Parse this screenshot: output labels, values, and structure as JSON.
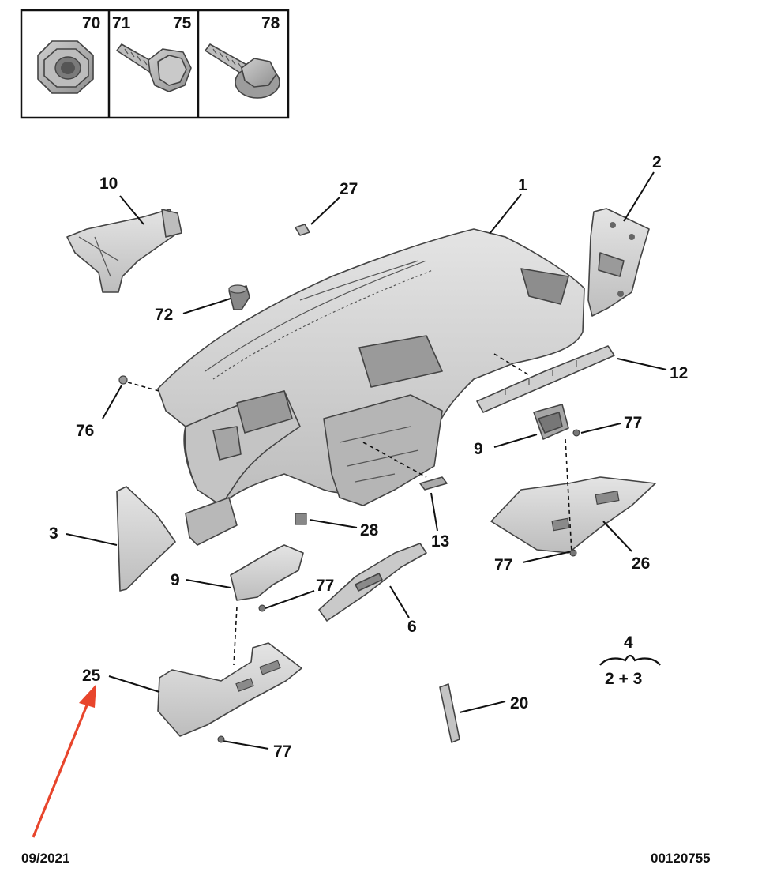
{
  "fastener_box": {
    "cell_1": {
      "left": "70",
      "right": ""
    },
    "cell_2": {
      "left": "71",
      "right": "75"
    },
    "cell_3": {
      "left": "",
      "right": "78"
    }
  },
  "labels": {
    "p1": "1",
    "p2": "2",
    "p3": "3",
    "p6": "6",
    "p9a": "9",
    "p9b": "9",
    "p10": "10",
    "p12": "12",
    "p13": "13",
    "p20": "20",
    "p25": "25",
    "p26": "26",
    "p27": "27",
    "p28": "28",
    "p72": "72",
    "p76": "76",
    "p77a": "77",
    "p77b": "77",
    "p77c": "77",
    "p77d": "77"
  },
  "assembly_note": {
    "top": "4",
    "bottom": "2 + 3"
  },
  "footer": {
    "date": "09/2021",
    "ref": "00120755"
  },
  "colors": {
    "highlight_arrow": "#e8452c"
  }
}
